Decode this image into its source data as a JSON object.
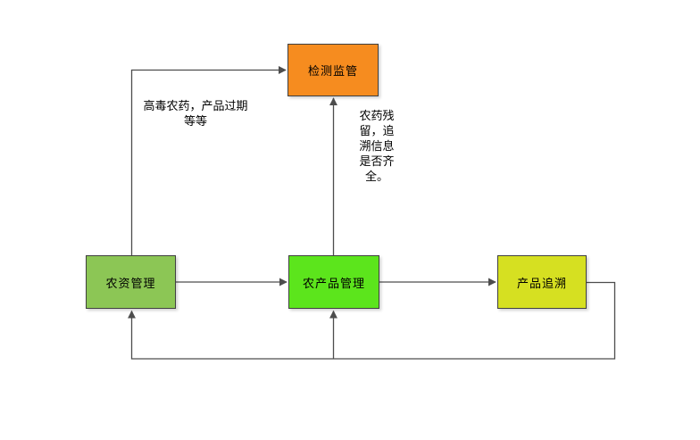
{
  "diagram": {
    "title_hint": "agriculture-traceability-flowchart",
    "background_color": "#ffffff",
    "line_color": "#4d4d4d",
    "node_border_color": "#404040",
    "nodes": [
      {
        "id": "detection",
        "label": "检测监管",
        "fill": "#F68C1F"
      },
      {
        "id": "supplies",
        "label": "农资管理",
        "fill": "#8CC655"
      },
      {
        "id": "produce",
        "label": "农产品管理",
        "fill": "#5CE51C"
      },
      {
        "id": "trace",
        "label": "产品追溯",
        "fill": "#D6E021"
      }
    ],
    "edges": [
      {
        "from": "农资管理",
        "to": "检测监管",
        "label": "高毒农药，产品过期等等"
      },
      {
        "from": "农产品管理",
        "to": "检测监管",
        "label": "农药残留，追溯信息是否齐全。"
      },
      {
        "from": "农资管理",
        "to": "农产品管理",
        "label": ""
      },
      {
        "from": "农产品管理",
        "to": "产品追溯",
        "label": ""
      },
      {
        "from": "产品追溯",
        "to": "农资管理",
        "label": ""
      },
      {
        "from": "产品追溯",
        "to": "农产品管理",
        "label": ""
      }
    ]
  }
}
